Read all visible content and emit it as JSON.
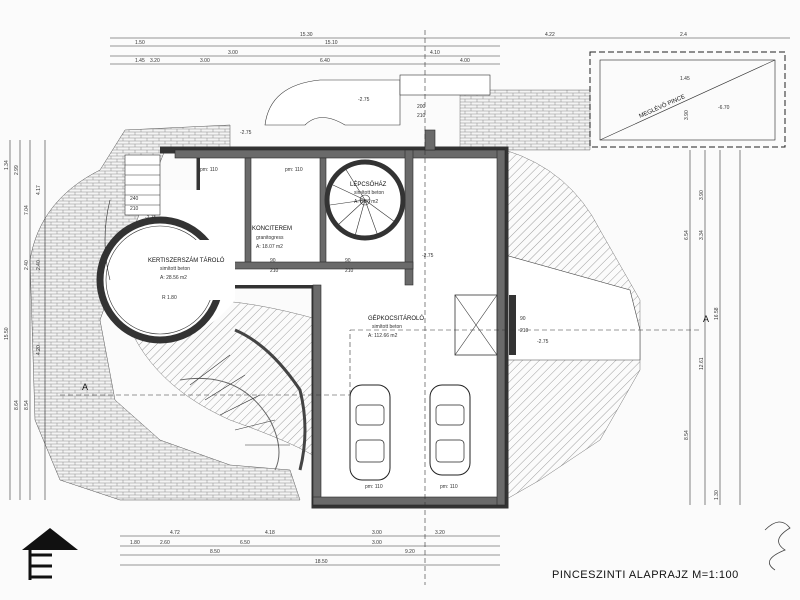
{
  "title": "PINCESZINTI ALAPRAJZ M=1:100",
  "section_marker": "A",
  "rooms": {
    "kertiszerszam": {
      "name": "KERTISZERSZÁM TÁROLÓ",
      "floor": "simított beton",
      "area": "A: 28.56 m2",
      "radius": "R 1.80"
    },
    "kazan": {
      "name": "KONCITEREM",
      "floor": "granitogress",
      "area": "A: 18.07 m2"
    },
    "lepcso": {
      "name": "LÉPCSŐHÁZ",
      "floor": "simított beton",
      "area": "A: 8.06 m2"
    },
    "garage": {
      "name": "GÉPKOCSITÁROLÓ",
      "floor": "simított beton",
      "area": "A: 112.66 m2"
    },
    "pince": {
      "name": "MEGLÉVŐ PINCE"
    }
  },
  "levels": [
    "-2.75",
    "-2.75",
    "-2.75",
    "-2.75",
    "-2.75",
    "-6.70"
  ],
  "floor_marks": [
    "pm: 110",
    "pm: 110",
    "pm: 110",
    "pm: 110"
  ],
  "door_labels": [
    "90",
    "210",
    "90",
    "210",
    "90",
    "210",
    "240",
    "210",
    "200",
    "210"
  ],
  "dims_top": [
    "15.30",
    "15.10",
    "3.00",
    "4.10",
    "4.22",
    "2.4",
    "1.45",
    "1.50",
    "3.20",
    "3.00",
    "6.40",
    "4.00",
    "1.45"
  ],
  "dims_bottom": [
    "4.72",
    "4.18",
    "3.00",
    "3.20",
    "1.80",
    "2.60",
    "6.50",
    "3.00",
    "8.50",
    "9.20",
    "18.50"
  ],
  "dims_left": [
    "1.34",
    "2.99",
    "4.17",
    "7.04",
    "2.40",
    "15.50",
    "2.40",
    "4.20",
    "8.64",
    "8.54"
  ],
  "dims_right": [
    "3.90",
    "6.54",
    "3.34",
    "16.58",
    "12.61",
    "8.54",
    "3.90",
    "1.30"
  ]
}
